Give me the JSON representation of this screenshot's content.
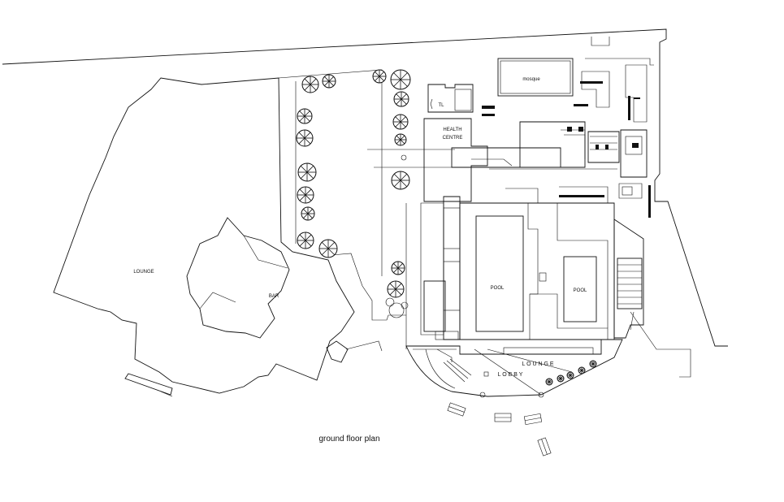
{
  "labels": {
    "lounge_west": "LOUNGE",
    "bar": "BAR",
    "health_centre_line1": "HEALTH",
    "health_centre_line2": "CENTRE",
    "mosque": "mosque",
    "tl": "TL",
    "pool_main": "POOL",
    "pool_small": "POOL",
    "lounge_lobby": "L O U N G E",
    "lobby": "L O B B Y"
  },
  "caption": "ground floor plan"
}
